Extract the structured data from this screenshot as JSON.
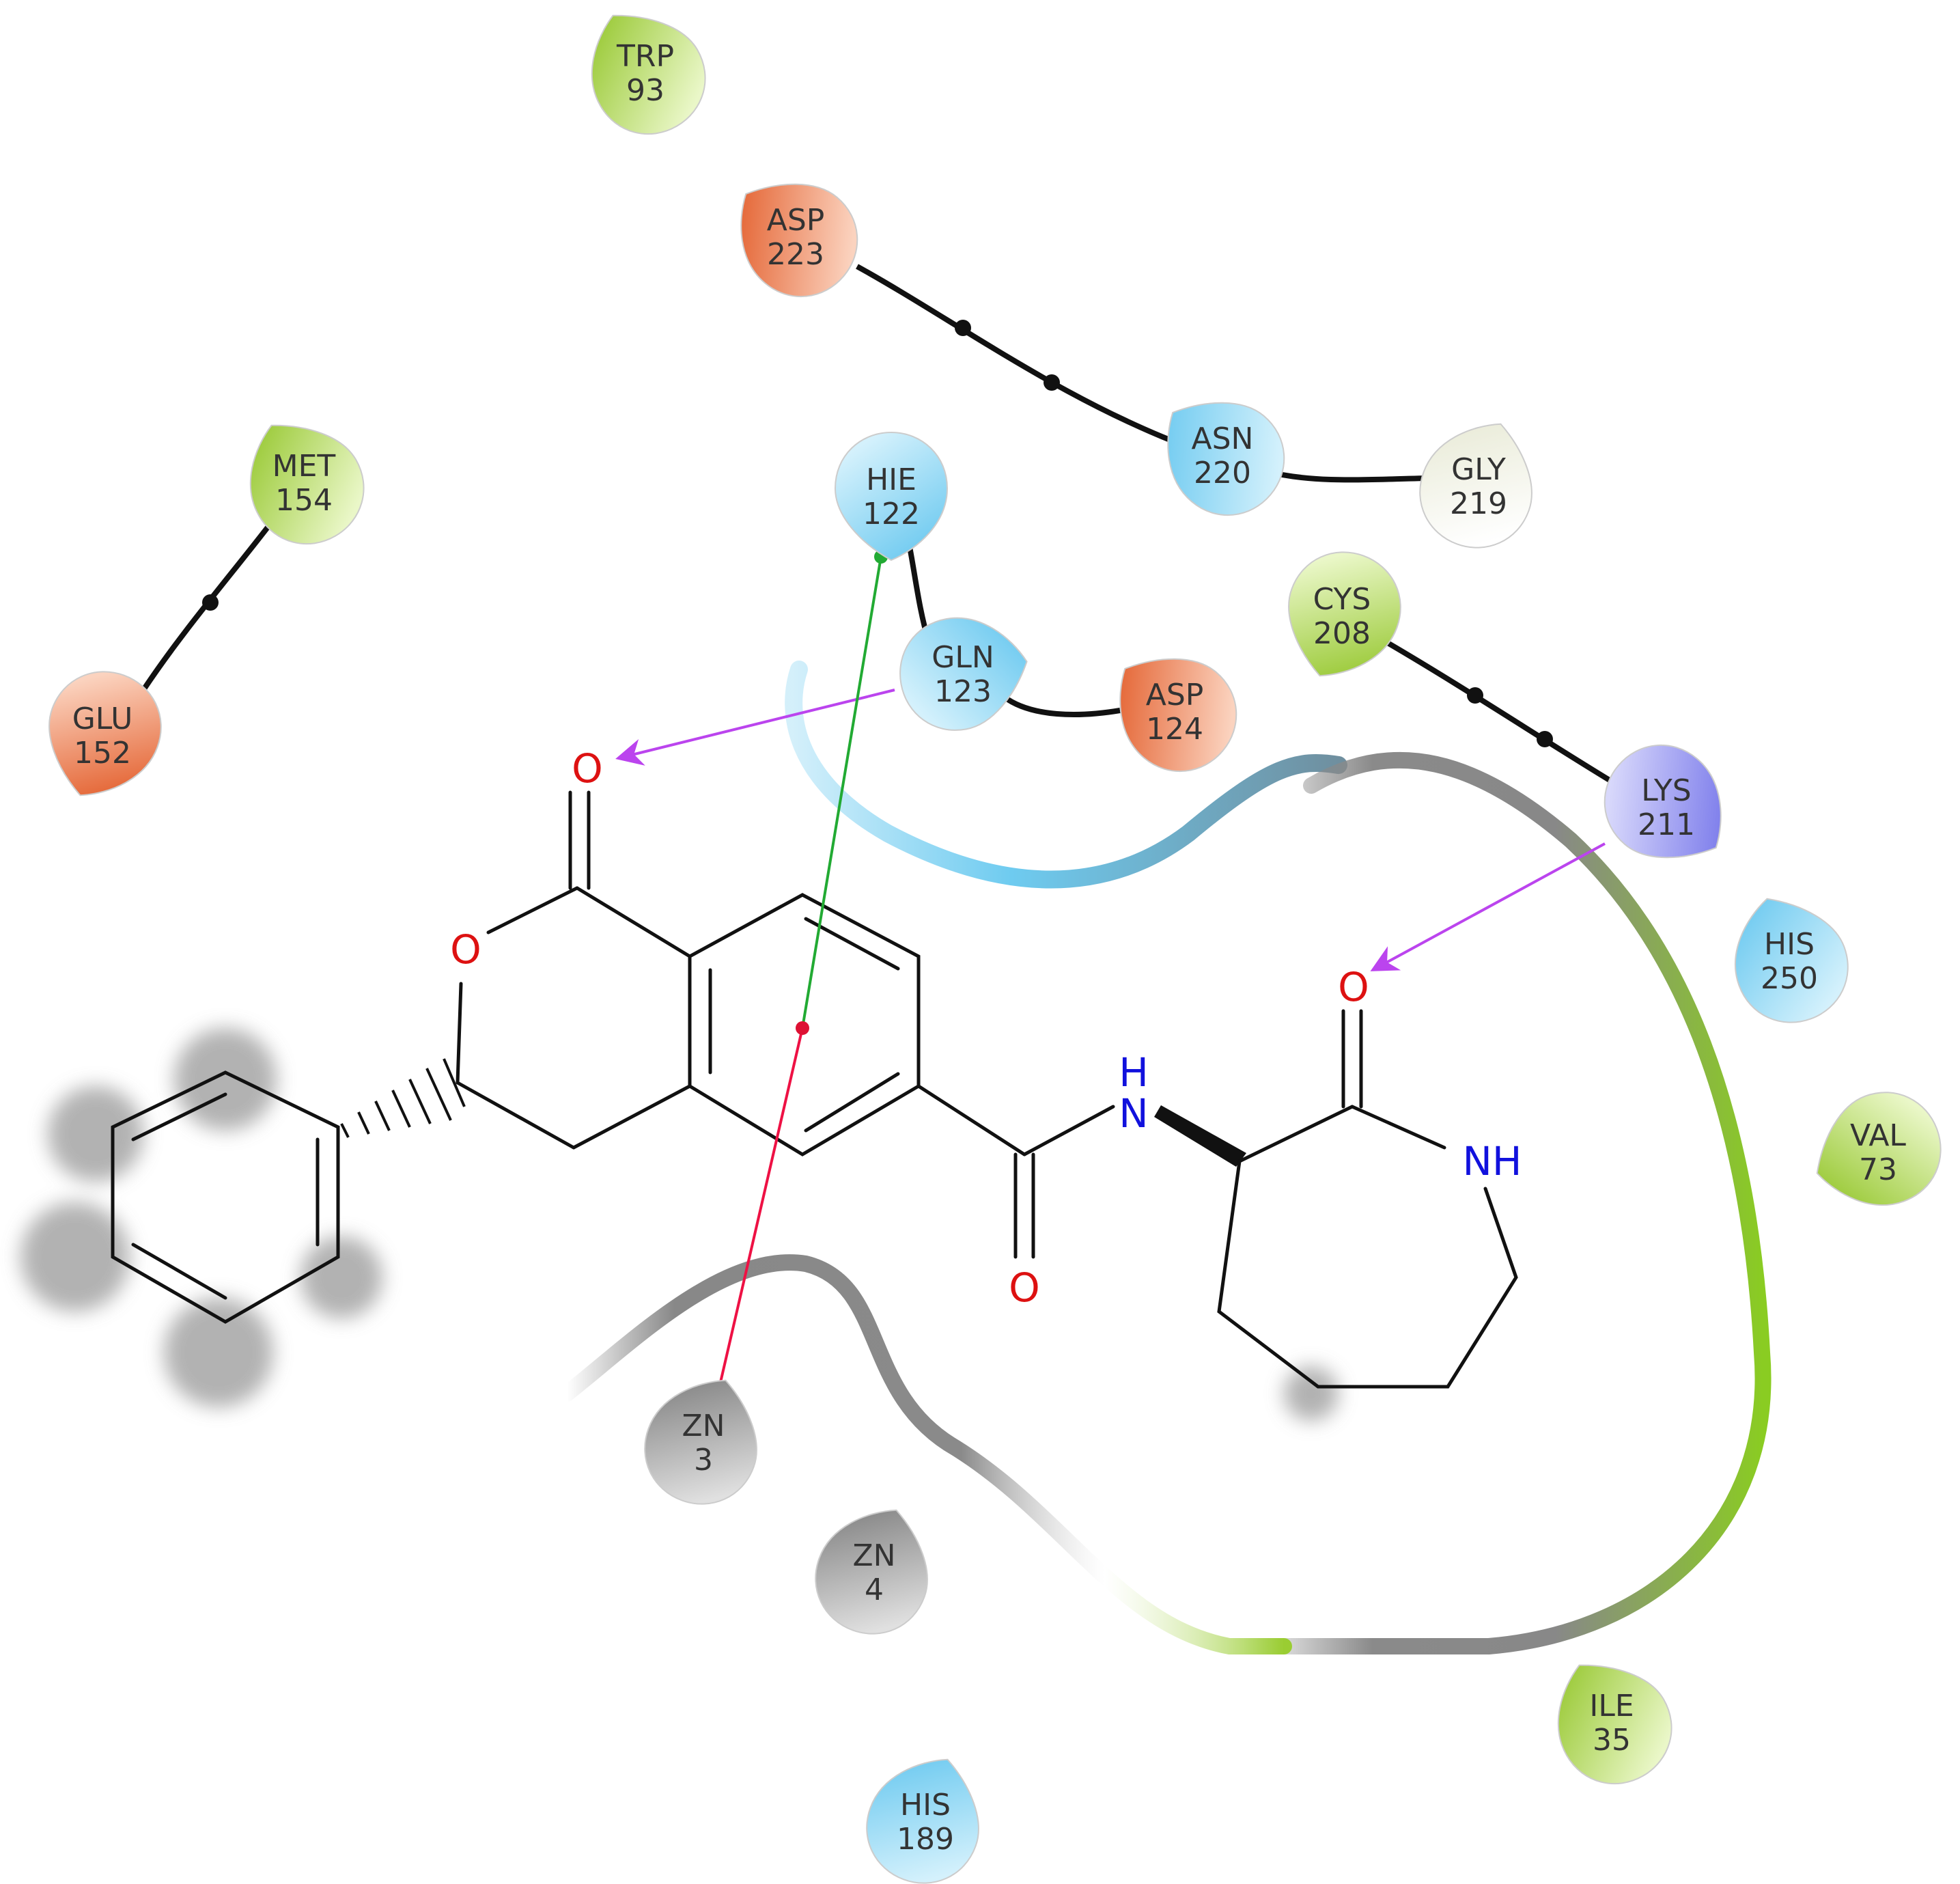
{
  "colors": {
    "green": "#9acd32",
    "orange": "#e8622a",
    "cyan": "#6ecbf0",
    "purple": "#7777ee",
    "gray": "#888888",
    "white": "#f0f0e0",
    "hbond": "#bb44ee",
    "pistack": "#22aa33",
    "pication": "#ee1144",
    "oxygen": "#dd1111",
    "nitrogen": "#1111dd"
  },
  "residues": [
    {
      "id": "trp93",
      "name": "TRP",
      "num": "93",
      "type": "green"
    },
    {
      "id": "asp223",
      "name": "ASP",
      "num": "223",
      "type": "orange"
    },
    {
      "id": "met154",
      "name": "MET",
      "num": "154",
      "type": "green"
    },
    {
      "id": "glu152",
      "name": "GLU",
      "num": "152",
      "type": "orange"
    },
    {
      "id": "hie122",
      "name": "HIE",
      "num": "122",
      "type": "cyan"
    },
    {
      "id": "asn220",
      "name": "ASN",
      "num": "220",
      "type": "cyan"
    },
    {
      "id": "gly219",
      "name": "GLY",
      "num": "219",
      "type": "white"
    },
    {
      "id": "cys208",
      "name": "CYS",
      "num": "208",
      "type": "green"
    },
    {
      "id": "gln123",
      "name": "GLN",
      "num": "123",
      "type": "cyan"
    },
    {
      "id": "asp124",
      "name": "ASP",
      "num": "124",
      "type": "orange"
    },
    {
      "id": "lys211",
      "name": "LYS",
      "num": "211",
      "type": "purple"
    },
    {
      "id": "his250",
      "name": "HIS",
      "num": "250",
      "type": "cyan"
    },
    {
      "id": "val73",
      "name": "VAL",
      "num": "73",
      "type": "green"
    },
    {
      "id": "zn3",
      "name": "ZN",
      "num": "3",
      "type": "gray"
    },
    {
      "id": "zn4",
      "name": "ZN",
      "num": "4",
      "type": "gray"
    },
    {
      "id": "ile35",
      "name": "ILE",
      "num": "35",
      "type": "green"
    },
    {
      "id": "his189",
      "name": "HIS",
      "num": "189",
      "type": "cyan"
    }
  ],
  "atoms": {
    "o_lactone_carbonyl": "O",
    "o_ring": "O",
    "o_amide": "O",
    "n_amide": "N",
    "h_amide": "H",
    "o_lactam": "O",
    "nh_lactam": "NH"
  }
}
